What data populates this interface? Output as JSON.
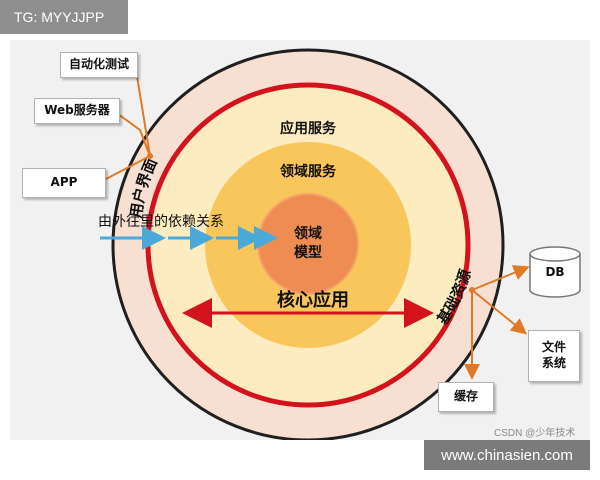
{
  "tag": "TG: MYYJJPP",
  "rings": {
    "ui_label": "用户界面",
    "infra_label": "基础资源",
    "app_services": "应用服务",
    "domain_services": "领域服务",
    "domain_model_line1": "领域",
    "domain_model_line2": "模型",
    "core_app": "核心应用",
    "dependency_note": "由外往里的依赖关系"
  },
  "boxes": {
    "automation_test": "自动化测试",
    "web_server": "Web服务器",
    "app": "APP",
    "db": "DB",
    "filesystem_line1": "文件",
    "filesystem_line2": "系统",
    "cache": "缓存"
  },
  "watermark": "www.chinasien.com",
  "csdn_credit": "CSDN @少年技术",
  "colors": {
    "outer_ring": "#f7e0d2",
    "red_ring": "#d4121c",
    "app_layer": "#fcecc0",
    "domain_layer": "#f8c65a",
    "core": "#ef8c52",
    "connector": "#e07a26",
    "arrow_blue": "#4aa9d8"
  }
}
